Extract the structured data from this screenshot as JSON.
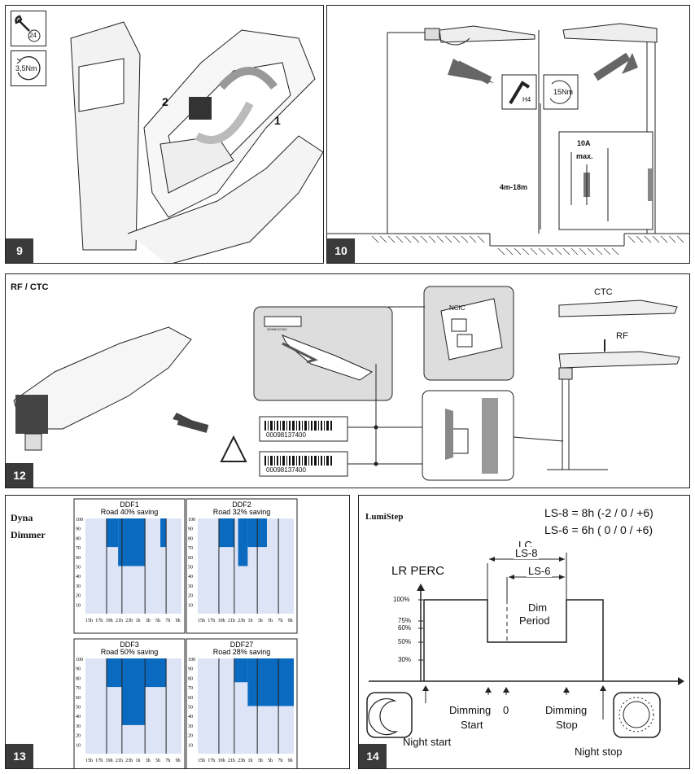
{
  "panels": {
    "p9": {
      "number": "9",
      "torque": "3,5Nm",
      "tool_size": "24",
      "step1": "1",
      "step2": "2"
    },
    "p10": {
      "number": "10",
      "tool": "H4",
      "torque": "15Nm",
      "fuse_amp": "10A",
      "fuse_max": "max.",
      "height": "4m-18m"
    },
    "p12": {
      "number": "12",
      "title": "RF / CTC",
      "barcode_small": "00098137400",
      "barcode_1": "00098137400",
      "barcode_2": "00098137400",
      "card_label": "NCIC",
      "ctc": "CTC",
      "rf": "RF"
    },
    "p13": {
      "number": "13",
      "title_line1": "Dyna",
      "title_line2": "Dimmer"
    },
    "p14": {
      "number": "14",
      "title": "LumiStep",
      "ls8": "LS-8 = 8h (-2 / 0 / +6)",
      "ls6": "LS-6 = 6h ( 0 / 0 / +6)",
      "lc": "LC",
      "ls8_short": "LS-8",
      "ls6_short": "LS-6",
      "lr_perc": "LR PERC",
      "dim_period_1": "Dim",
      "dim_period_2": "Period",
      "y_labels": [
        "100%",
        "75%",
        "60%",
        "50%",
        "30%"
      ],
      "night_start": "Night start",
      "night_stop": "Night stop",
      "dimming_start_1": "Dimming",
      "dimming_start_2": "Start",
      "zero": "0",
      "dimming_stop_1": "Dimming",
      "dimming_stop_2": "Stop"
    }
  },
  "chart_data": [
    {
      "type": "bar",
      "title": "DDF1",
      "subtitle": "Road 40% saving",
      "x_ticks": [
        "15h",
        "17h",
        "19h",
        "21h",
        "23h",
        "1h",
        "3h",
        "5h",
        "7h",
        "9h"
      ],
      "y_ticks": [
        100,
        90,
        80,
        70,
        60,
        50,
        40,
        30,
        20,
        10
      ],
      "segments": [
        {
          "from": "19h",
          "to": "21h",
          "level": 100,
          "dim_to": 70
        },
        {
          "from": "21h",
          "to": "1h",
          "level": 100,
          "dim_to": 50
        }
      ]
    },
    {
      "type": "bar",
      "title": "DDF2",
      "subtitle": "Road 32% saving",
      "x_ticks": [
        "15h",
        "17h",
        "19h",
        "21h",
        "23h",
        "1h",
        "3h",
        "5h",
        "7h",
        "9h"
      ],
      "y_ticks": [
        100,
        90,
        80,
        70,
        60,
        50,
        40,
        30,
        20,
        10
      ]
    },
    {
      "type": "bar",
      "title": "DDF3",
      "subtitle": "Road 50% saving",
      "x_ticks": [
        "15h",
        "17h",
        "19h",
        "21h",
        "23h",
        "1h",
        "3h",
        "5h",
        "7h",
        "9h"
      ],
      "y_ticks": [
        100,
        90,
        80,
        70,
        60,
        50,
        40,
        30,
        20,
        10
      ]
    },
    {
      "type": "bar",
      "title": "DDF27",
      "subtitle": "Road 28% saving",
      "x_ticks": [
        "15h",
        "17h",
        "19h",
        "21h",
        "23h",
        "1h",
        "3h",
        "5h",
        "7h",
        "9h"
      ],
      "y_ticks": [
        100,
        90,
        80,
        70,
        60,
        50,
        40,
        30,
        20,
        10
      ]
    }
  ]
}
